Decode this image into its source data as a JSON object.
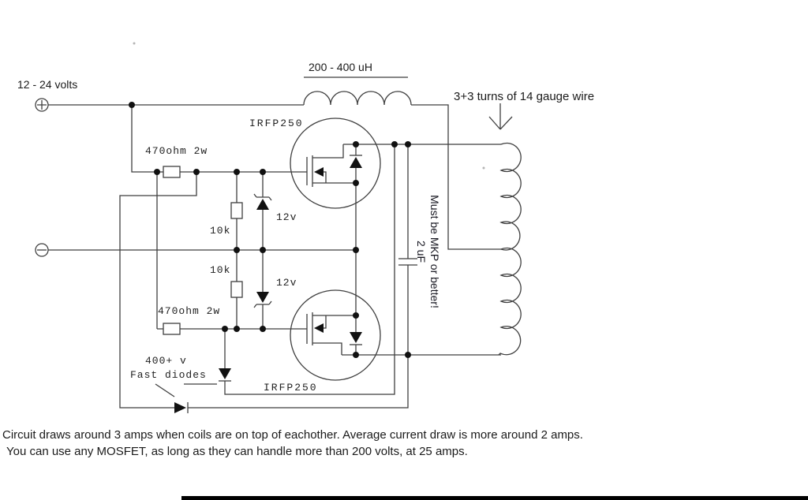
{
  "schematic": {
    "power": {
      "supply_label": "12 - 24 volts"
    },
    "choke": {
      "label": "200 - 400 uH"
    },
    "work_coil": {
      "label": "3+3 turns of 14 gauge wire"
    },
    "mosfets": {
      "top_label": "IRFP250",
      "bottom_label": "IRFP250"
    },
    "gate_resistors": {
      "top_label": "470ohm 2w",
      "bottom_label": "470ohm 2w"
    },
    "bias_resistors": {
      "top_label": "10k",
      "bottom_label": "10k"
    },
    "zeners": {
      "top_label": "12v",
      "bottom_label": "12v"
    },
    "capacitor": {
      "note": "Must be MKP or better!",
      "value": "2 uF"
    },
    "fast_diodes": {
      "rating": "400+ v",
      "label": "Fast diodes"
    }
  },
  "notes": {
    "line1": "Circuit draws around 3 amps when coils are on top of eachother. Average current draw is more around 2 amps.",
    "line2": "You can use any MOSFET, as long as they can handle more than 200 volts, at 25 amps."
  },
  "colors": {
    "wire": "#3f3f3f",
    "component_fill": "#111111",
    "background": "#ffffff"
  }
}
